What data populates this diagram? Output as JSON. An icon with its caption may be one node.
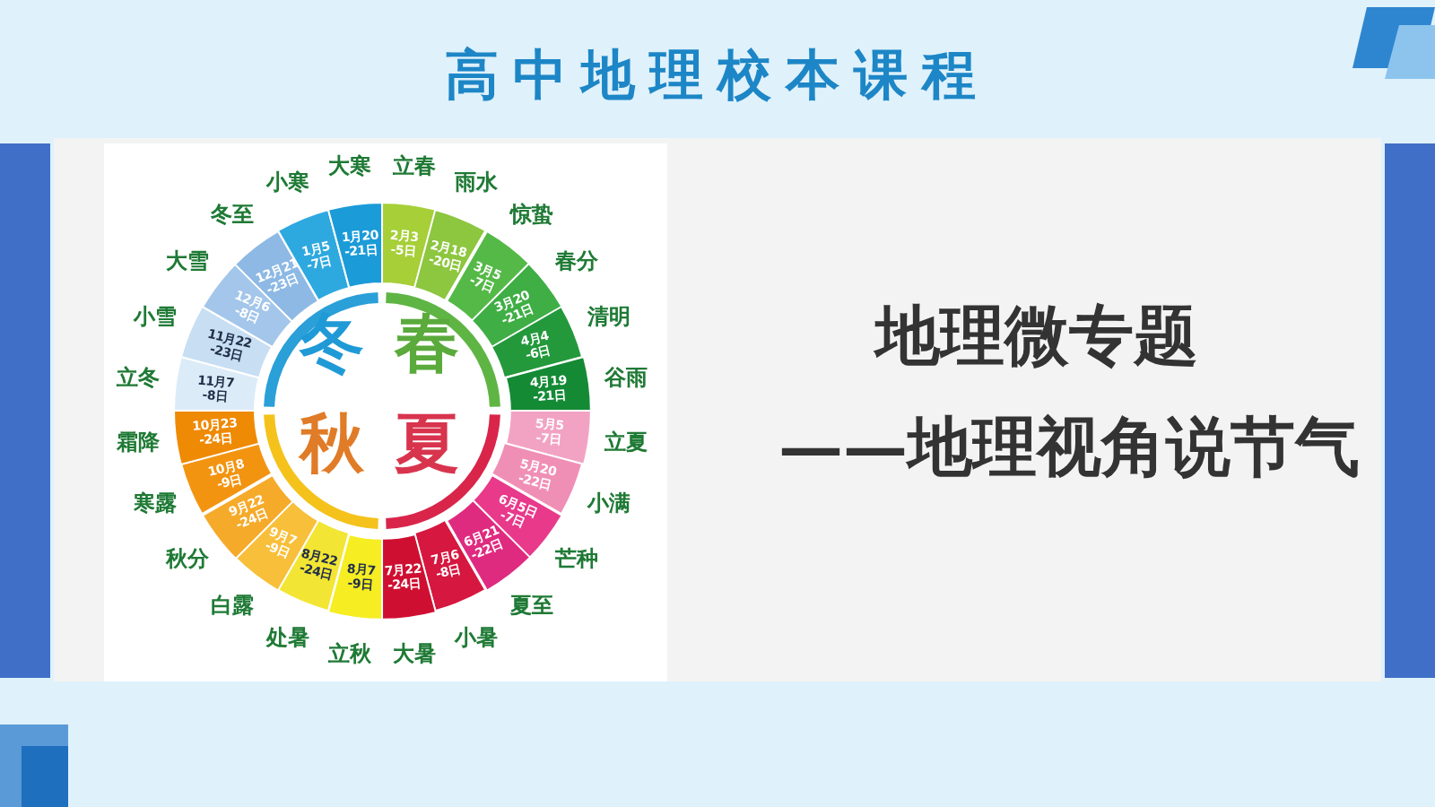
{
  "diagram": {
    "title": "高中地理校本课程",
    "nodes": [
      {
        "text": [
          "2月3-5日"
        ],
        "beside": [
          "立春"
        ]
      },
      {
        "text": [
          "2月18-20日"
        ],
        "beside": [
          "雨水"
        ]
      },
      {
        "text": [
          "3月5-7日"
        ],
        "beside": [
          "惊蛰"
        ]
      },
      {
        "text": [
          "3月20-21日"
        ],
        "beside": [
          "春分"
        ]
      },
      {
        "text": [
          "4月4-6日"
        ],
        "beside": [
          "清明"
        ]
      },
      {
        "text": [
          "4月19-21日"
        ],
        "beside": [
          "谷雨"
        ]
      },
      {
        "text": [
          "5月5-7日"
        ],
        "beside": [
          "立夏"
        ]
      },
      {
        "text": [
          "5月20-22日"
        ],
        "beside": [
          "小满"
        ]
      },
      {
        "text": [
          "6月5日-7日"
        ],
        "beside": [
          "芒种"
        ]
      },
      {
        "text": [
          "6月21-22日"
        ],
        "beside": [
          "夏至"
        ]
      },
      {
        "text": [
          "7月6-8日"
        ],
        "beside": [
          "小暑"
        ]
      },
      {
        "text": [
          "7月22-24日"
        ],
        "beside": [
          "大暑"
        ]
      },
      {
        "text": [
          "8月7-9日"
        ],
        "beside": [
          "立秋"
        ]
      },
      {
        "text": [
          "8月22-24日"
        ],
        "beside": [
          "处暑"
        ]
      },
      {
        "text": [
          "9月7-9日"
        ],
        "beside": [
          "白露"
        ]
      },
      {
        "text": [
          "9月22-24日"
        ],
        "beside": [
          "秋分"
        ]
      },
      {
        "text": [
          "10月8-9日"
        ],
        "beside": [
          "寒露"
        ]
      },
      {
        "text": [
          "10月23-24日"
        ],
        "beside": [
          "霜降"
        ]
      },
      {
        "text": [
          "11月7-8日"
        ],
        "beside": [
          "立冬"
        ]
      },
      {
        "text": [
          "11月22-23日"
        ],
        "beside": [
          "小雪"
        ]
      },
      {
        "text": [
          "12月6-8日"
        ],
        "beside": [
          "大雪"
        ]
      },
      {
        "text": [
          "12月21-23日"
        ],
        "beside": [
          "冬至"
        ]
      },
      {
        "text": [
          "1月5-7日"
        ],
        "beside": [
          "小寒"
        ]
      },
      {
        "text": [
          "1月20-21日"
        ],
        "beside": [
          "大寒"
        ]
      }
    ],
    "labels": [
      "冬",
      "春",
      "秋",
      "夏",
      "地理微专题",
      "——地理视角说节气"
    ]
  }
}
